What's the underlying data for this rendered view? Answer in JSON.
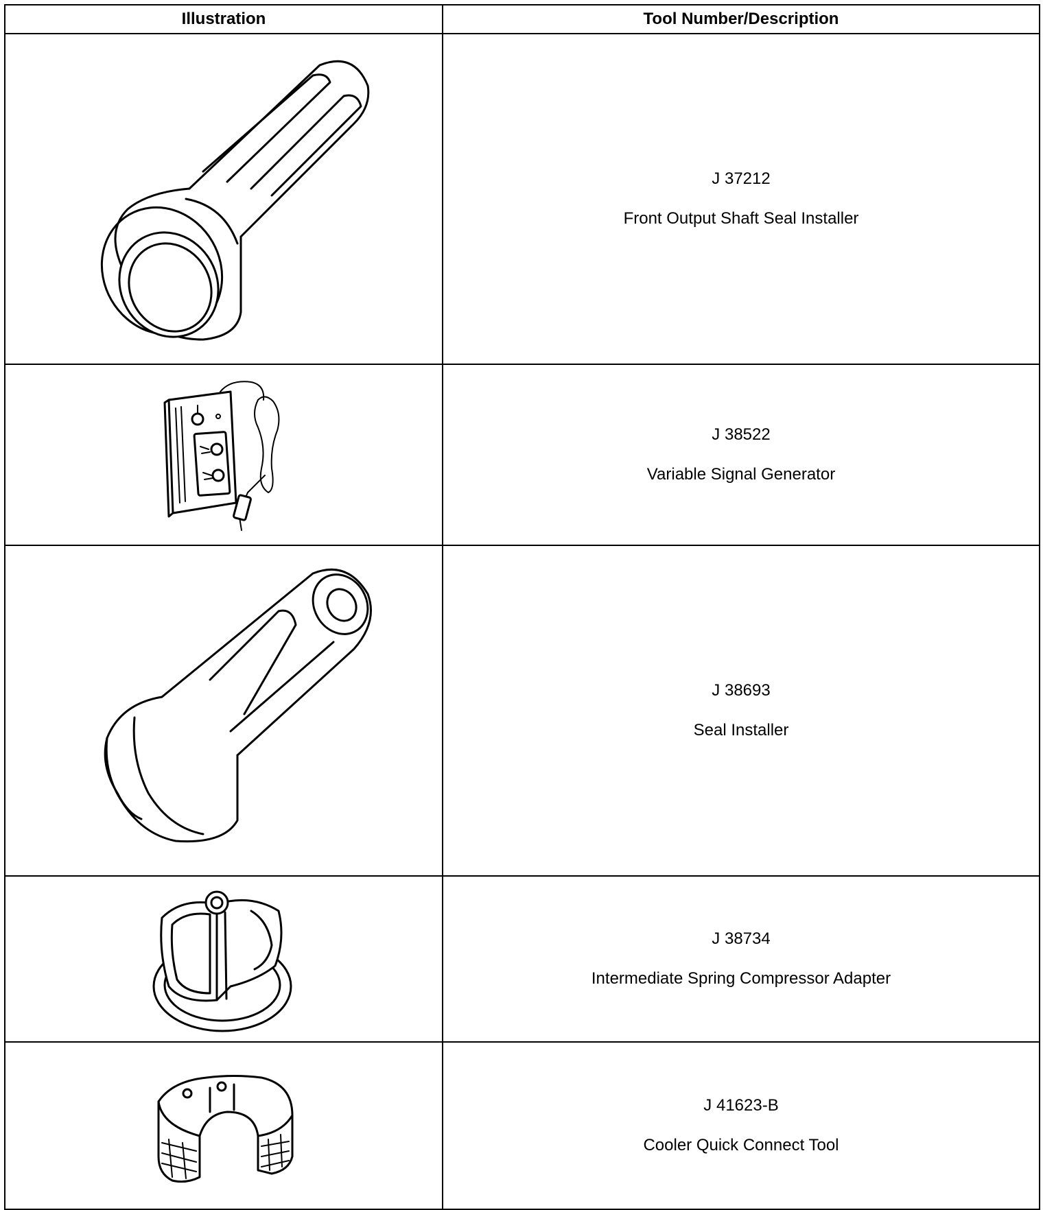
{
  "table": {
    "headers": [
      "Illustration",
      "Tool Number/Description"
    ],
    "rows": [
      {
        "tool_number": "J 37212",
        "description": "Front Output Shaft Seal Installer",
        "illustration": "front-output-shaft-seal-installer-icon"
      },
      {
        "tool_number": "J 38522",
        "description": "Variable Signal Generator",
        "illustration": "variable-signal-generator-icon"
      },
      {
        "tool_number": "J 38693",
        "description": "Seal Installer",
        "illustration": "seal-installer-icon"
      },
      {
        "tool_number": "J 38734",
        "description": "Intermediate Spring Compressor Adapter",
        "illustration": "spring-compressor-adapter-icon"
      },
      {
        "tool_number": "J 41623-B",
        "description": "Cooler Quick Connect Tool",
        "illustration": "cooler-quick-connect-tool-icon"
      }
    ]
  }
}
